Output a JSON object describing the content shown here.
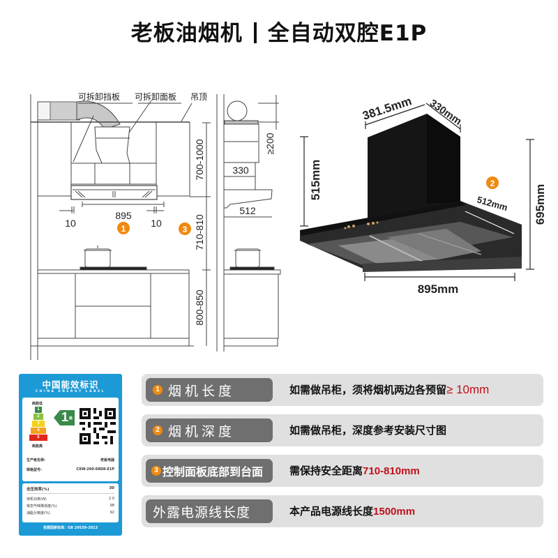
{
  "header": {
    "brand_title": "老板油烟机",
    "model_title": "全自动双腔E1P"
  },
  "install_diagram": {
    "front_labels": {
      "removable_baffle": "可拆卸挡板",
      "removable_panel": "可拆卸面板",
      "ceiling": "吊顶"
    },
    "front_dims": {
      "cabinet_height": "700-1000",
      "hood_to_counter": "710-810",
      "counter_height": "800-850",
      "hood_width": "895",
      "left_gap": "10",
      "right_gap": "10"
    },
    "side_dims": {
      "duct_clearance": "≥200",
      "box_depth": "330",
      "hood_depth": "512"
    },
    "markers": {
      "m1": "1",
      "m3": "3"
    }
  },
  "product_image": {
    "dims": {
      "top_width": "381.5mm",
      "top_depth": "330mm",
      "chimney_height": "515mm",
      "total_height": "695mm",
      "depth": "512mm",
      "width": "895mm"
    },
    "marker": "2",
    "colors": {
      "body": "#141414",
      "panel": "#3a3a3a"
    }
  },
  "energy_label": {
    "title": "中国能效标识",
    "subtitle": "CHINA ENERGY LABEL",
    "low_consumption": "耗能低",
    "high_consumption": "耗能高",
    "grades": [
      "1",
      "2",
      "3",
      "4",
      "5"
    ],
    "grade": "1",
    "grade_suffix": "级",
    "manufacturer_label": "生产者名称:",
    "manufacturer": "老板电器",
    "model_label": "规格型号:",
    "model": "CXW-260-68D8-E1P",
    "metrics": [
      {
        "label": "全压效率(%)",
        "value": "30"
      },
      {
        "label": "待机功率(W)",
        "value": "2.0"
      },
      {
        "label": "常态气味降低度(%)",
        "value": "98"
      },
      {
        "label": "油脂分离度(%)",
        "value": "92"
      }
    ],
    "standard": "依据国家标准：GB 29539-2013",
    "colors": {
      "frame": "#1c9ad6",
      "g1": "#3a8a4a",
      "g2": "#8dc13f",
      "g3": "#f5d21a",
      "g4": "#f4a11d",
      "g5": "#e2271c"
    }
  },
  "info_rows": [
    {
      "num": "1",
      "label": "烟机长度",
      "desc": "如需做吊柜，须将烟机两边各预留",
      "highlight": "≥ 10mm"
    },
    {
      "num": "2",
      "label": "烟机深度",
      "desc": "如需做吊柜，深度参考安装尺寸图",
      "highlight": ""
    },
    {
      "num": "3",
      "label": "控制面板底部到台面",
      "desc": "需保持安全距离",
      "highlight": "710-810mm"
    },
    {
      "num": "",
      "label": "外露电源线长度",
      "desc": "本产品电源线长度",
      "highlight": "1500mm"
    }
  ],
  "colors": {
    "accent_orange": "#f08a10",
    "highlight_red": "#c0101a",
    "pill_gray": "#6f6f6f",
    "row_bg": "#e0e0e0"
  }
}
